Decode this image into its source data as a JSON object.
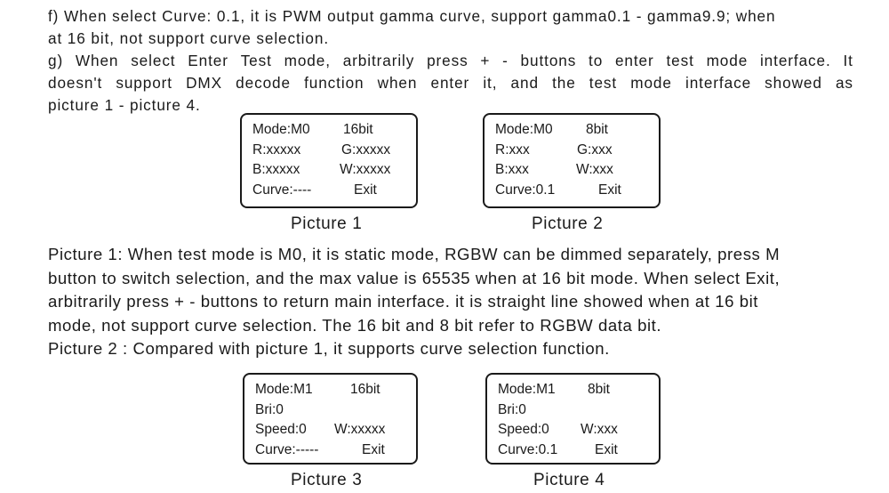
{
  "intro": {
    "f_lines": [
      "f) When select Curve: 0.1,  it is PWM output gamma curve, support gamma0.1 - gamma9.9; when",
      "at 16 bit, not support curve selection."
    ],
    "g_line1_words": [
      "g)",
      "When",
      "select",
      "Enter",
      "Test",
      "mode,",
      "arbitrarily",
      "press",
      "+",
      "-",
      "buttons",
      "to",
      "enter",
      "test",
      "mode",
      "interface.",
      "It"
    ],
    "g_line2_words": [
      "doesn't",
      "support",
      "DMX",
      "decode",
      "function",
      "when",
      "enter",
      "it,",
      "and",
      "the",
      "test",
      "mode",
      "interface",
      "showed",
      "as"
    ],
    "g_line3": "picture 1 - picture 4."
  },
  "screens": [
    {
      "rows": [
        [
          "Mode:M0",
          "16bit"
        ],
        [
          "R:xxxxx",
          "G:xxxxx"
        ],
        [
          "B:xxxxx",
          "W:xxxxx"
        ],
        [
          "Curve:----",
          "Exit"
        ]
      ],
      "caption": "Picture 1"
    },
    {
      "rows": [
        [
          "Mode:M0",
          "8bit"
        ],
        [
          "R:xxx",
          "G:xxx"
        ],
        [
          "B:xxx",
          "W:xxx"
        ],
        [
          "Curve:0.1",
          "Exit"
        ]
      ],
      "caption": "Picture 2"
    },
    {
      "rows": [
        [
          "Mode:M1",
          "16bit"
        ],
        [
          "Bri:0",
          ""
        ],
        [
          "Speed:0",
          "W:xxxxx"
        ],
        [
          "Curve:-----",
          "Exit"
        ]
      ],
      "caption": "Picture 3"
    },
    {
      "rows": [
        [
          "Mode:M1",
          "8bit"
        ],
        [
          "Bri:0",
          ""
        ],
        [
          "Speed:0",
          "W:xxx"
        ],
        [
          "Curve:0.1",
          "Exit"
        ]
      ],
      "caption": "Picture 4"
    }
  ],
  "explanation": {
    "p1_lines": [
      "Picture 1: When test mode is M0, it is static mode, RGBW can be dimmed separately, press M",
      "button to switch selection, and  the max value is 65535 when at 16 bit mode. When select Exit,",
      "arbitrarily press + - buttons to return main interface. it is straight line showed when at 16 bit",
      "mode, not support curve selection. The 16 bit and 8 bit refer to RGBW data bit."
    ],
    "p2_line": "Picture 2 : Compared with picture 1, it supports curve selection function."
  }
}
